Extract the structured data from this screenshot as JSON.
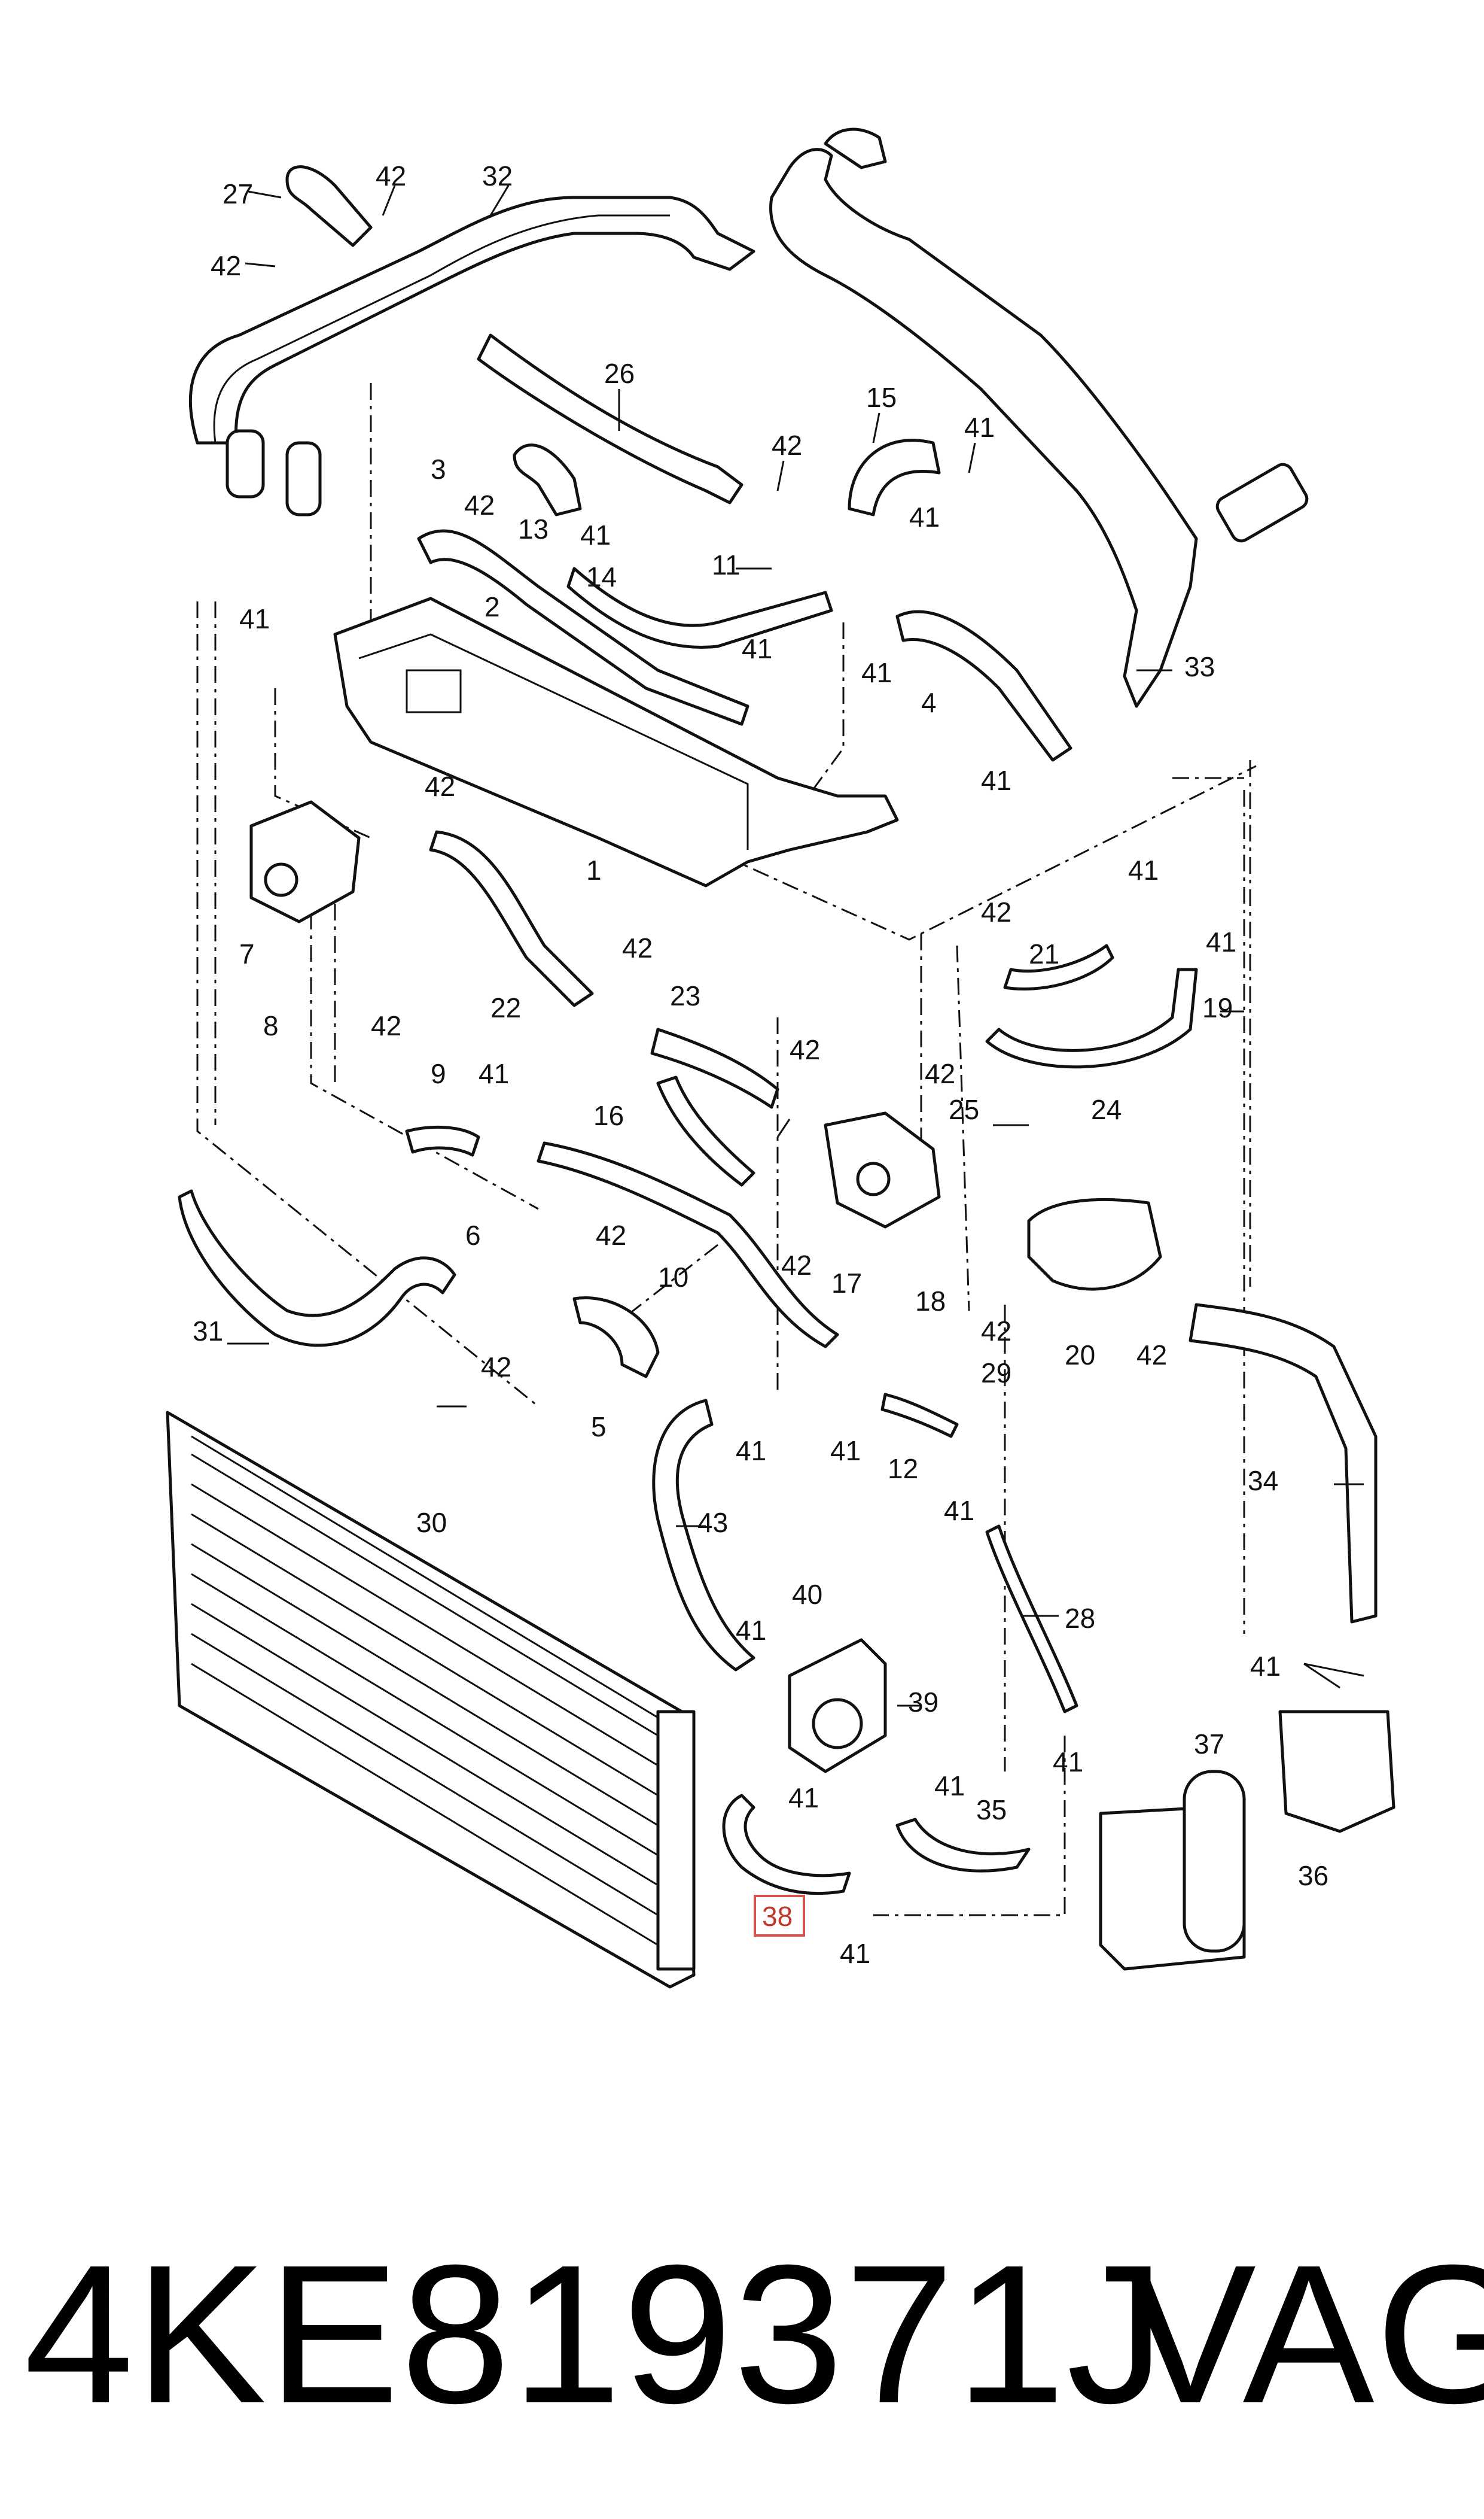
{
  "callouts": {
    "c1": "1",
    "c2": "2",
    "c3": "3",
    "c4": "4",
    "c5": "5",
    "c6": "6",
    "c7": "7",
    "c8": "8",
    "c9": "9",
    "c10": "10",
    "c11": "11",
    "c12": "12",
    "c13": "13",
    "c14": "14",
    "c15": "15",
    "c16": "16",
    "c17": "17",
    "c18": "18",
    "c19": "19",
    "c20": "20",
    "c21": "21",
    "c22": "22",
    "c23": "23",
    "c24": "24",
    "c25": "25",
    "c26": "26",
    "c27": "27",
    "c28": "28",
    "c29": "29",
    "c30": "30",
    "c31": "31",
    "c32": "32",
    "c33": "33",
    "c34": "34",
    "c35": "35",
    "c36": "36",
    "c37": "37",
    "c38": "38",
    "c39": "39",
    "c40": "40",
    "c41": "41",
    "c42": "42",
    "c43": "43"
  },
  "highlighted_part": "38",
  "footer": {
    "part_number": "4KE819371J",
    "brand": "VAG"
  },
  "colors": {
    "line": "#111111",
    "background": "#ffffff",
    "highlight": "#d2534e"
  }
}
